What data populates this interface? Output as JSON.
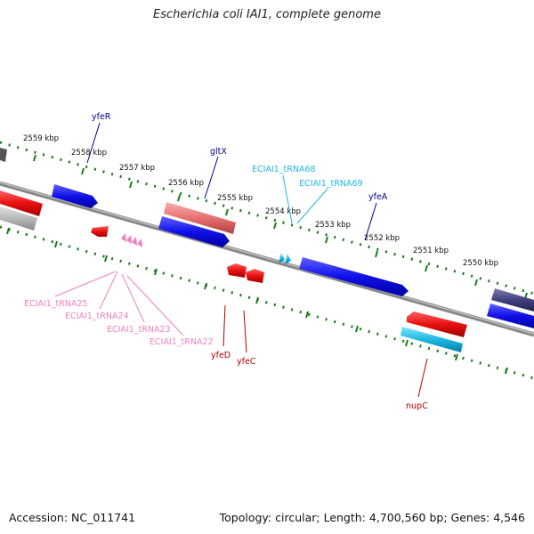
{
  "title": "Escherichia coli IAI1, complete genome",
  "footer": {
    "accession": "Accession: NC_011741",
    "summary": "Topology: circular; Length: 4,700,560 bp; Genes: 4,546"
  },
  "colors": {
    "forward_gene": "#1010e8",
    "reverse_gene": "#e81010",
    "trna_forward": "#20b8e0",
    "trna_reverse": "#f080c0",
    "backbone": "#808080",
    "scale_dots": "#1a7a1a"
  },
  "ruler": [
    "2559 kbp",
    "2558 kbp",
    "2557 kbp",
    "2556 kbp",
    "2555 kbp",
    "2554 kbp",
    "2553 kbp",
    "2552 kbp",
    "2551 kbp",
    "2550 kbp"
  ],
  "features": {
    "yfeR": "yfeR",
    "gltX": "gltX",
    "ECIAI1_tRNA68": "ECIAI1_tRNA68",
    "ECIAI1_tRNA69": "ECIAI1_tRNA69",
    "yfeA": "yfeA",
    "ECIAI1_tRNA25": "ECIAI1_tRNA25",
    "ECIAI1_tRNA24": "ECIAI1_tRNA24",
    "ECIAI1_tRNA23": "ECIAI1_tRNA23",
    "ECIAI1_tRNA22": "ECIAI1_tRNA22",
    "yfeD": "yfeD",
    "yfeC": "yfeC",
    "nupC": "nupC"
  }
}
